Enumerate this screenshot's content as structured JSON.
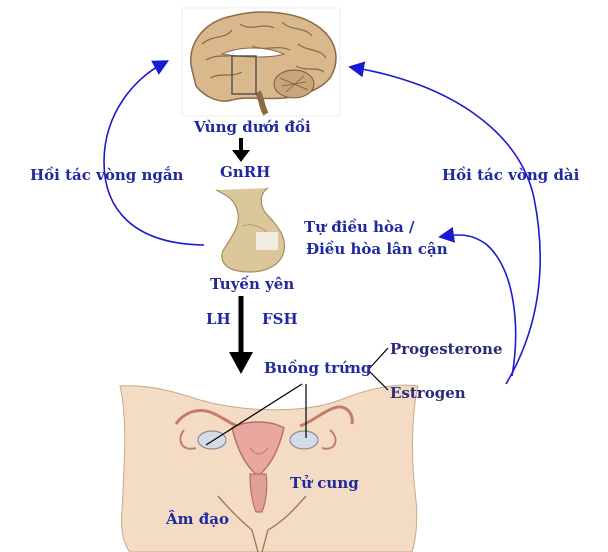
{
  "labels": {
    "hypothalamus": "Vùng dưới đồi",
    "gnrh": "GnRH",
    "short_feedback": "Hồi tác vòng ngắn",
    "long_feedback": "Hồi tác vòng dài",
    "self_regulation_1": "Tự điều hòa /",
    "self_regulation_2": "Điều hòa lân cận",
    "pituitary": "Tuyến yên",
    "lh": "LH",
    "fsh": "FSH",
    "ovary": "Buồng trứng",
    "progesterone": "Progesterone",
    "estrogen": "Estrogen",
    "uterus": "Tử cung",
    "vagina": "Âm đạo"
  },
  "colors": {
    "label_blue": "#1f2a9e",
    "arrow_blue": "#1a1ad0",
    "arrow_black": "#000000",
    "skin": "#f4dcc4",
    "organ_pink": "#e8a8a0",
    "brain_tan": "#d9b88c"
  }
}
